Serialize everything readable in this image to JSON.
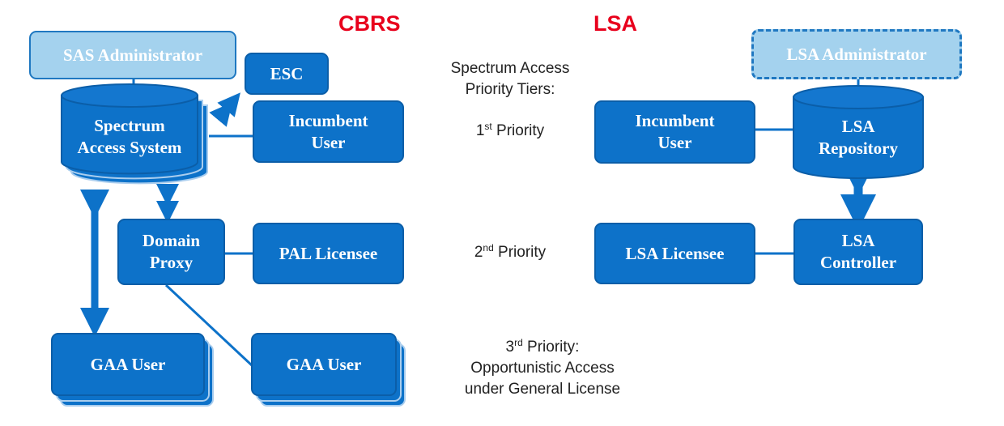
{
  "titles": {
    "cbrs": "CBRS",
    "lsa": "LSA"
  },
  "cbrs": {
    "sas_administrator": "SAS Administrator",
    "esc": "ESC",
    "spectrum_access_system": "Spectrum\nAccess System",
    "incumbent_user": "Incumbent\nUser",
    "domain_proxy": "Domain\nProxy",
    "pal_licensee": "PAL Licensee",
    "gaa_user_left": "GAA User",
    "gaa_user_right": "GAA User"
  },
  "tiers": {
    "header": "Spectrum Access\nPriority Tiers:",
    "tier1_num": "1",
    "tier1_sup": "st",
    "tier1_text": " Priority",
    "tier2_num": "2",
    "tier2_sup": "nd",
    "tier2_text": " Priority",
    "tier3_num": "3",
    "tier3_sup": "rd",
    "tier3_text": " Priority:",
    "tier3_line2": "Opportunistic Access",
    "tier3_line3": "under General License"
  },
  "lsa": {
    "lsa_administrator": "LSA Administrator",
    "incumbent_user": "Incumbent\nUser",
    "lsa_repository": "LSA\nRepository",
    "lsa_licensee": "LSA Licensee",
    "lsa_controller": "LSA\nController"
  },
  "colors": {
    "box_fill": "#0d72c9",
    "admin_fill": "#a4d2ee",
    "title_red": "#e8001c"
  }
}
